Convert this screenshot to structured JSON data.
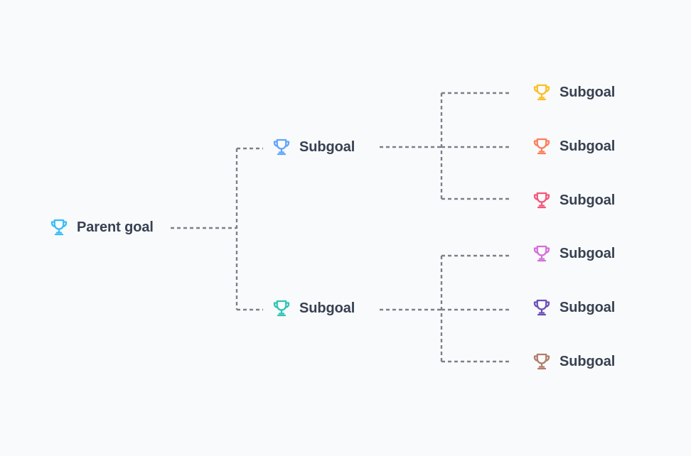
{
  "root": {
    "label": "Parent goal",
    "color": "#38bdf8",
    "icon": "trophy-icon"
  },
  "branches": [
    {
      "label": "Subgoal",
      "color": "#60a5fa",
      "icon": "trophy-icon",
      "children": [
        {
          "label": "Subgoal",
          "color": "#fbbf24",
          "icon": "trophy-icon"
        },
        {
          "label": "Subgoal",
          "color": "#fb7f5c",
          "icon": "trophy-icon"
        },
        {
          "label": "Subgoal",
          "color": "#f4577a",
          "icon": "trophy-icon"
        }
      ]
    },
    {
      "label": "Subgoal",
      "color": "#2ec4b6",
      "icon": "trophy-icon",
      "children": [
        {
          "label": "Subgoal",
          "color": "#d46fd8",
          "icon": "trophy-icon"
        },
        {
          "label": "Subgoal",
          "color": "#6b4fbb",
          "icon": "trophy-icon"
        },
        {
          "label": "Subgoal",
          "color": "#b07d6a",
          "icon": "trophy-icon"
        }
      ]
    }
  ],
  "connector_color": "#7c808c"
}
